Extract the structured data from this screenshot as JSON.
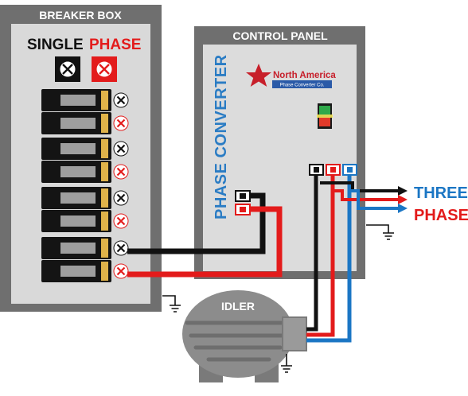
{
  "breaker_box": {
    "title": "BREAKER BOX",
    "label_single": "SINGLE",
    "label_phase": "PHASE",
    "breaker_count": 8
  },
  "control_panel": {
    "title": "CONTROL PANEL",
    "vertical_label": "PHASE CONVERTER",
    "logo_line1": "North America",
    "logo_line2": "Phase Converter Co."
  },
  "idler": {
    "label": "IDLER"
  },
  "output": {
    "line1": "THREE",
    "line2": "PHASE"
  },
  "colors": {
    "box_border": "#6f6f6f",
    "box_fill": "#d9d9d9",
    "panel_fill": "#dcdcdc",
    "wire_black": "#111111",
    "wire_red": "#e31b1b",
    "wire_blue": "#1b76c4",
    "accent_blue": "#2a7cc4",
    "accent_red": "#e31b1b",
    "motor_gray": "#8c8c8c"
  }
}
